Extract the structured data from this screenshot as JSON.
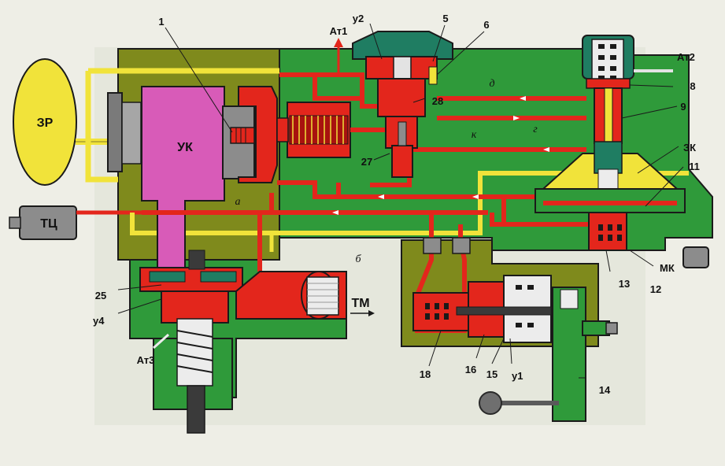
{
  "blocks": {
    "zr": "ЗР",
    "tc": "ТЦ",
    "uk": "УК",
    "tm": "ТМ",
    "zk": "ЗК",
    "mk": "МК"
  },
  "ports": {
    "at1": "Ат1",
    "at2": "Ат2",
    "at3": "Ат3",
    "u1": "у1",
    "u2": "у2",
    "u4": "у4"
  },
  "channels": {
    "a": "а",
    "b": "б",
    "g": "г",
    "d": "д",
    "k": "к"
  },
  "numbers": {
    "n1": "1",
    "n5": "5",
    "n6": "6",
    "n8": "8",
    "n9": "9",
    "n11": "11",
    "n12": "12",
    "n13": "13",
    "n14": "14",
    "n15": "15",
    "n16": "16",
    "n18": "18",
    "n25": "25",
    "n27": "27",
    "n28": "28"
  },
  "colors": {
    "olive": "#7f8a1c",
    "green": "#2f9a3a",
    "dark_green": "#1d6a27",
    "red": "#e3261c",
    "dark_red": "#a8120f",
    "yellow": "#f1e33a",
    "magenta": "#d85bb8",
    "gray": "#8c8c8c",
    "teal": "#1f7d62"
  }
}
